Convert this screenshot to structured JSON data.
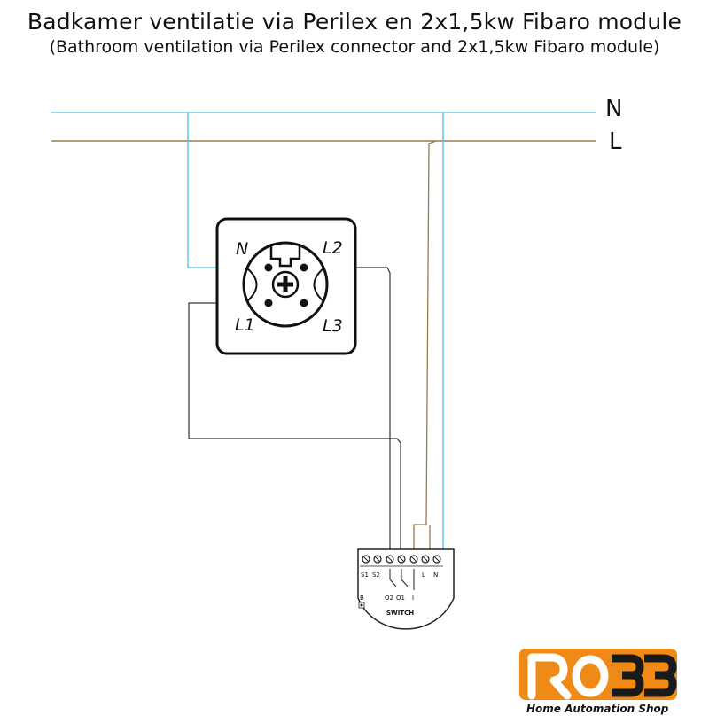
{
  "title": "Badkamer ventilatie via Perilex en 2x1,5kw Fibaro module",
  "subtitle": "(Bathroom ventilation via Perilex connector and 2x1,5kw Fibaro module)",
  "bus": {
    "neutral_label": "N",
    "live_label": "L"
  },
  "connector": {
    "pin_n": "N",
    "pin_l1": "L1",
    "pin_l2": "L2",
    "pin_l3": "L3"
  },
  "module": {
    "terminals_left": [
      "S1",
      "S2"
    ],
    "terminals_right": [
      "L",
      "N"
    ],
    "outputs": [
      "O2",
      "O1",
      "I"
    ],
    "button_label": "B",
    "name": "SWITCH"
  },
  "logo": {
    "mark": "RO33",
    "tagline": "Home Automation Shop"
  },
  "colors": {
    "neutral": "#5ec8e6",
    "live": "#9b7a4e",
    "wire": "#333333",
    "logo_orange": "#f08a16"
  }
}
